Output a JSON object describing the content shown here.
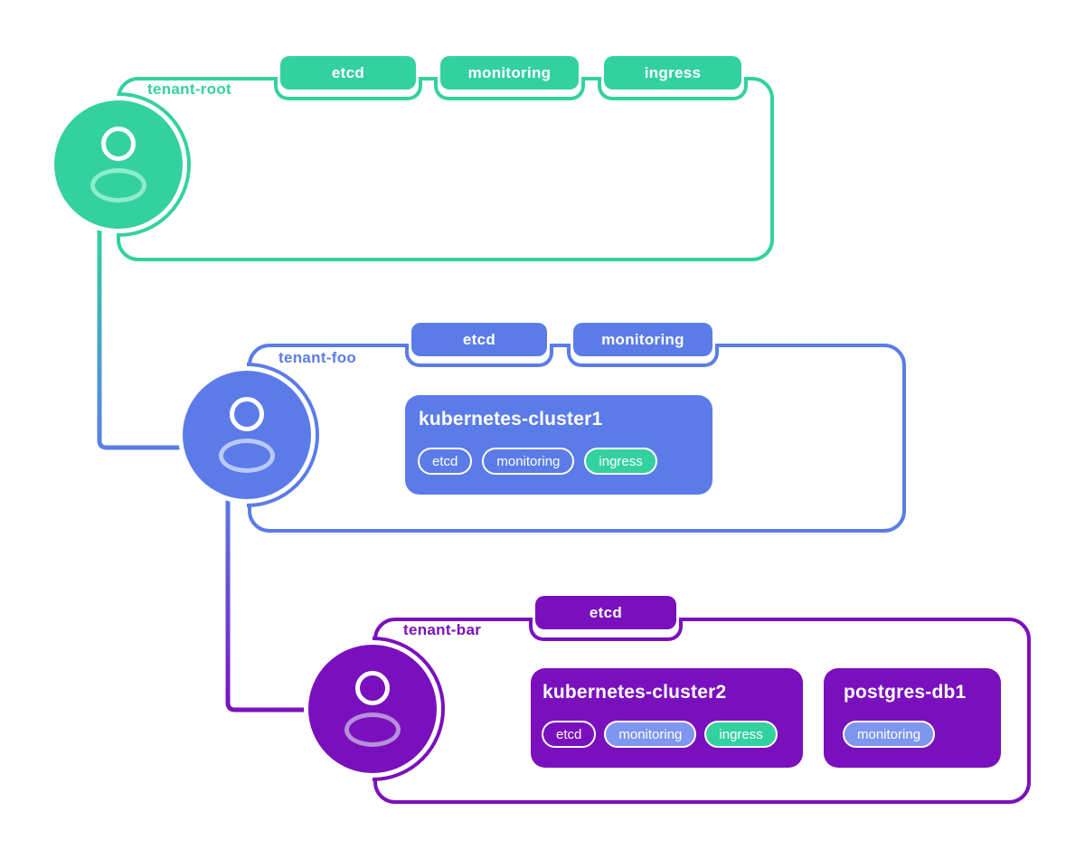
{
  "colors": {
    "tenant_root_green": "#34d1a0",
    "tenant_foo_blue": "#5b7ce8",
    "tenant_bar_purple": "#7a10bd",
    "pill_light_blue": "#7e96ef",
    "pill_green": "#34d1a0",
    "text_on_fill": "#ffffff"
  },
  "tenants": [
    {
      "label": "tenant-root",
      "icon": "user-icon",
      "badges": [
        "etcd",
        "monitoring",
        "ingress"
      ],
      "resources": []
    },
    {
      "label": "tenant-foo",
      "icon": "user-icon",
      "badges": [
        "etcd",
        "monitoring"
      ],
      "resources": [
        {
          "title": "kubernetes-cluster1",
          "pills": [
            {
              "label": "etcd",
              "variant": "outline"
            },
            {
              "label": "monitoring",
              "variant": "outline"
            },
            {
              "label": "ingress",
              "variant": "green"
            }
          ]
        }
      ]
    },
    {
      "label": "tenant-bar",
      "icon": "user-icon",
      "badges": [
        "etcd"
      ],
      "resources": [
        {
          "title": "kubernetes-cluster2",
          "pills": [
            {
              "label": "etcd",
              "variant": "outline"
            },
            {
              "label": "monitoring",
              "variant": "blue"
            },
            {
              "label": "ingress",
              "variant": "green"
            }
          ]
        },
        {
          "title": "postgres-db1",
          "pills": [
            {
              "label": "monitoring",
              "variant": "blue"
            }
          ]
        }
      ]
    }
  ],
  "connectors": [
    {
      "from": "tenant-root",
      "to": "tenant-foo"
    },
    {
      "from": "tenant-foo",
      "to": "tenant-bar"
    }
  ]
}
